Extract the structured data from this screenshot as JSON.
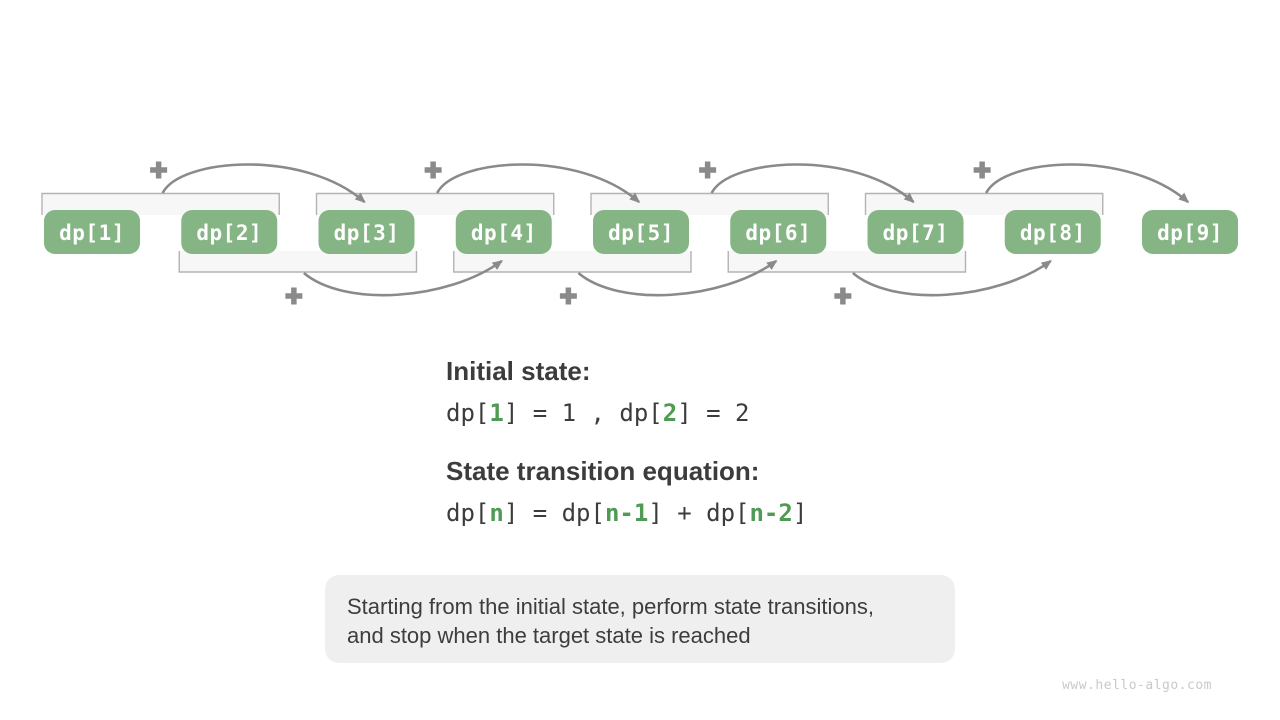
{
  "diagram": {
    "boxes": [
      {
        "label": "dp[1]"
      },
      {
        "label": "dp[2]"
      },
      {
        "label": "dp[3]"
      },
      {
        "label": "dp[4]"
      },
      {
        "label": "dp[5]"
      },
      {
        "label": "dp[6]"
      },
      {
        "label": "dp[7]"
      },
      {
        "label": "dp[8]"
      },
      {
        "label": "dp[9]"
      }
    ],
    "plus_symbol": "+",
    "top_pairs": [
      0,
      2,
      4,
      6
    ],
    "bottom_pairs": [
      1,
      3,
      5
    ],
    "colors": {
      "box_fill": "#85b584",
      "box_label": "#ffffff",
      "bracket_fill": "#f7f7f7",
      "bracket_stroke": "#b3b3b3",
      "arrow": "#8a8a8a",
      "plus": "#8a8a8a"
    }
  },
  "initial_state": {
    "heading": "Initial state:",
    "equation": [
      {
        "t": "dp[",
        "g": false
      },
      {
        "t": "1",
        "g": true
      },
      {
        "t": "] = 1 , dp[",
        "g": false
      },
      {
        "t": "2",
        "g": true
      },
      {
        "t": "] = 2",
        "g": false
      }
    ]
  },
  "transition": {
    "heading": "State transition equation:",
    "equation": [
      {
        "t": "dp[",
        "g": false
      },
      {
        "t": "n",
        "g": true
      },
      {
        "t": "] = dp[",
        "g": false
      },
      {
        "t": "n-1",
        "g": true
      },
      {
        "t": "] + dp[",
        "g": false
      },
      {
        "t": "n-2",
        "g": true
      },
      {
        "t": "]",
        "g": false
      }
    ]
  },
  "note": {
    "line1": "Starting from the initial state, perform state transitions,",
    "line2": "and stop when the target state is reached"
  },
  "watermark": "www.hello-algo.com",
  "text_colors": {
    "heading": "#3c3c3c",
    "equation_dark": "#3c3c3c",
    "equation_green": "#4f9b53",
    "note_text": "#3d3d3d",
    "watermark": "#c9c9c9"
  }
}
